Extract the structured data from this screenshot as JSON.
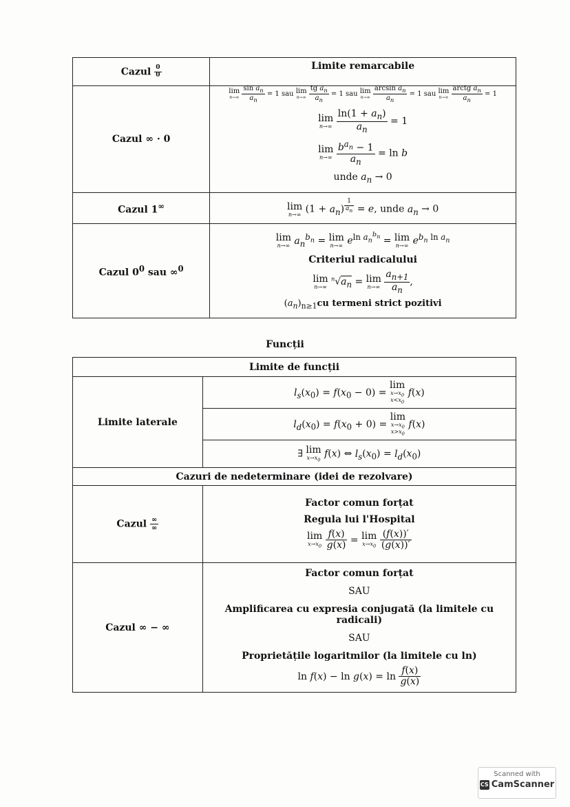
{
  "table1": {
    "header_left_prefix": "Cazul",
    "header_right": "Limite remarcabile",
    "case_inf0": "Cazul ∞ · 0",
    "case_1inf_prefix": "Cazul 1",
    "case_00_text": "Cazul 0",
    "case_00_mid": "sau ∞",
    "sau": "sau",
    "unde_an": "unde",
    "criteriul": "Criteriul radicalului",
    "termeni": "cu termeni strict pozitivi"
  },
  "section_title": "Funcții",
  "table2": {
    "title": "Limite de funcții",
    "limite_laterale": "Limite laterale",
    "cazuri_title": "Cazuri de nedeterminare (idei de rezolvare)",
    "cazul": "Cazul",
    "factor_comun": "Factor comun forțat",
    "regula": "Regula lui l'Hospital",
    "case_inf_minus_inf": "Cazul ∞ − ∞",
    "sau": "SAU",
    "amplificarea": "Amplificarea cu expresia conjugată (la limitele cu radicali)",
    "proprietatile": "Proprietățile logaritmilor (la limitele cu ln)"
  },
  "watermark": {
    "line1": "Scanned with",
    "line2": "CamScanner",
    "logo": "CS"
  }
}
